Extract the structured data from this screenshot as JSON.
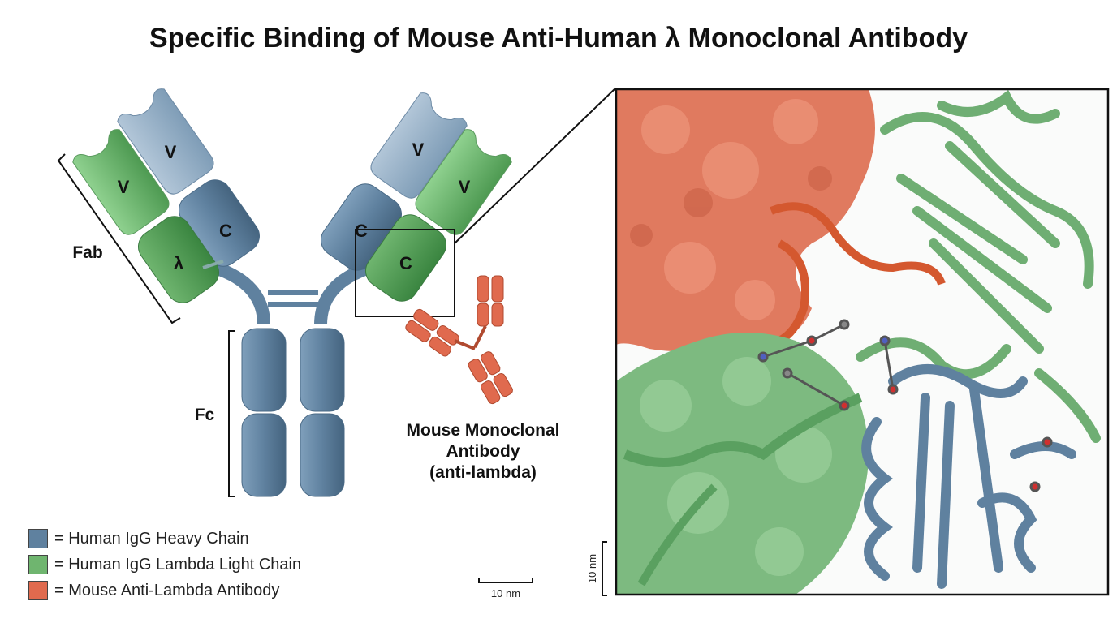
{
  "title": "Specific Binding of Mouse Anti-Human λ Monoclonal Antibody",
  "antibody": {
    "heavy_v_label": "V",
    "heavy_c_label": "C",
    "light_v_label": "V",
    "light_c_label": "λ",
    "right_heavy_v_label": "V",
    "right_heavy_c_label": "C",
    "right_light_v_label": "V",
    "right_light_c_label": "C",
    "fab_label": "Fab",
    "fc_label": "Fc"
  },
  "mouse_antibody_label": [
    "Mouse Monoclonal",
    "Antibody",
    "(anti-lambda)"
  ],
  "legend": [
    {
      "label": "= Human IgG Heavy Chain",
      "color": "#5f819f"
    },
    {
      "label": "= Human IgG Lambda Light Chain",
      "color": "#6fb56f"
    },
    {
      "label": "= Mouse Anti-Lambda Antibody",
      "color": "#e06a4e"
    }
  ],
  "scale_bar_horizontal": "10 nm",
  "scale_bar_vertical": "10 nm",
  "colors": {
    "heavy": "#5f819f",
    "light": "#6fb56f",
    "mouse": "#e06a4e"
  }
}
